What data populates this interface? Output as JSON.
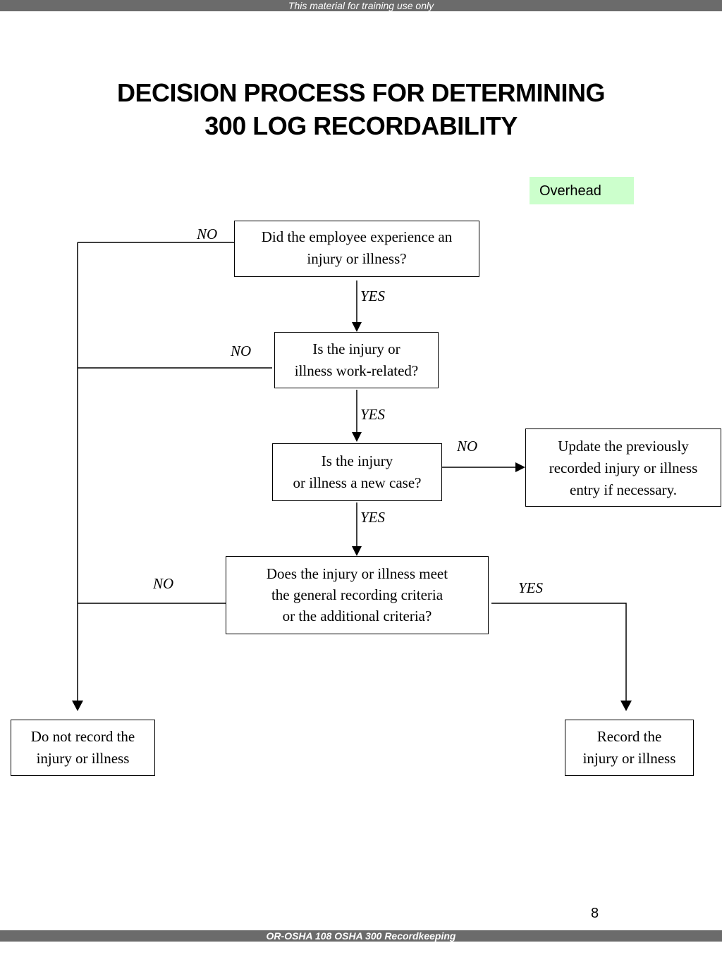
{
  "header": {
    "banner": "This material for training use only"
  },
  "title": {
    "line1": "DECISION PROCESS FOR DETERMINING",
    "line2": "300 LOG RECORDABILITY"
  },
  "overhead_tag": "Overhead",
  "nodes": {
    "q1": {
      "line1": "Did the employee experience an",
      "line2": "injury or illness?"
    },
    "q2": {
      "line1": "Is the injury or",
      "line2": "illness work-related?"
    },
    "q3": {
      "line1": "Is the injury",
      "line2": "or illness a new case?"
    },
    "q4": {
      "line1": "Does the injury or illness meet",
      "line2": "the general recording criteria",
      "line3": "or the additional criteria?"
    },
    "update": {
      "line1": "Update the previously",
      "line2": "recorded injury or illness",
      "line3": "entry if necessary."
    },
    "no_record": {
      "line1": "Do not record the",
      "line2": "injury or illness"
    },
    "record": {
      "line1": "Record the",
      "line2": "injury or illness"
    }
  },
  "edge_labels": {
    "q1_no": "NO",
    "q1_yes": "YES",
    "q2_no": "NO",
    "q2_yes": "YES",
    "q3_no": "NO",
    "q3_yes": "YES",
    "q4_no": "NO",
    "q4_yes": "YES"
  },
  "footer": {
    "page_number": "8",
    "banner": "OR-OSHA 108 OSHA 300 Recordkeeping"
  }
}
